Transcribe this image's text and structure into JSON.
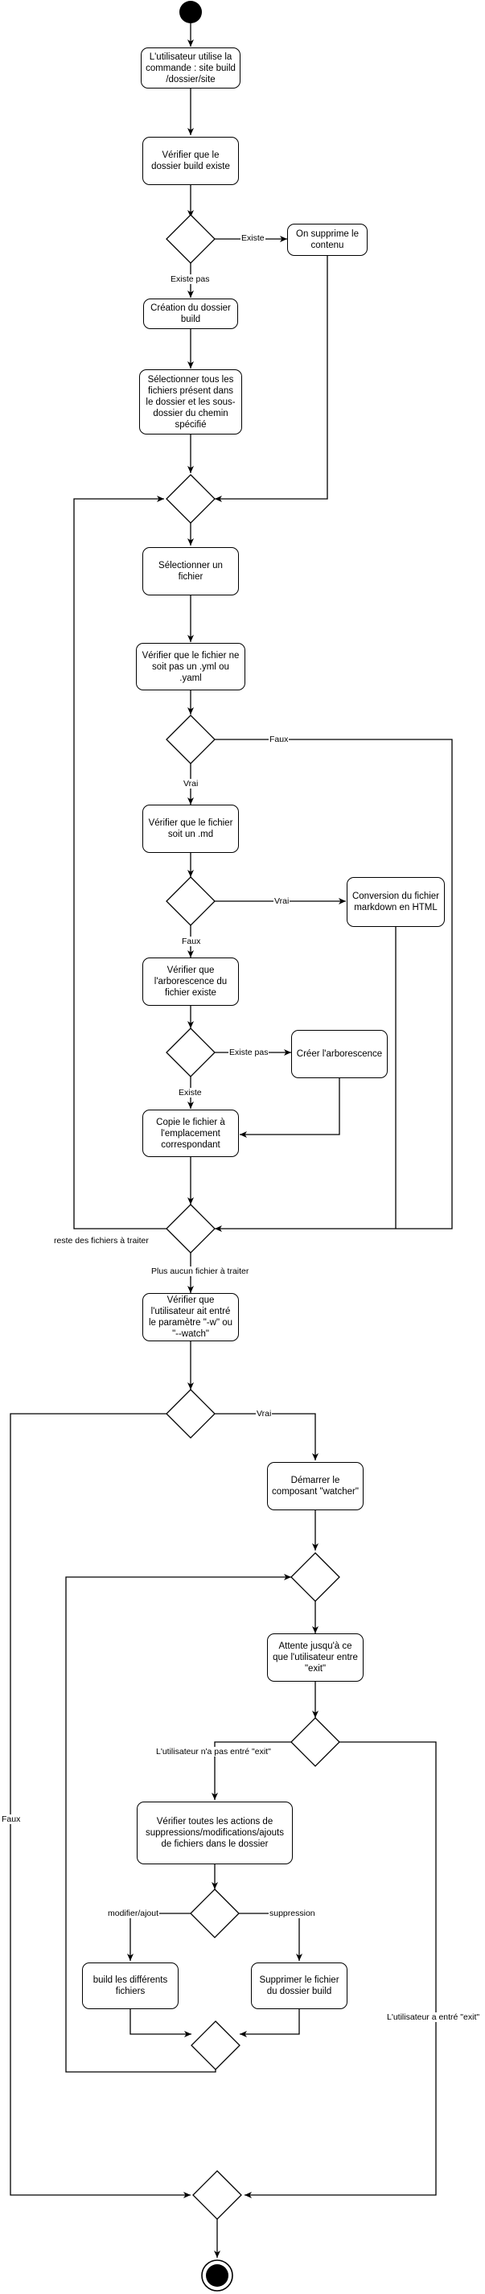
{
  "actions": {
    "a1": "L'utilisateur utilise la commande : site build /dossier/site",
    "a2": "Vérifier que le dossier build existe",
    "a3": "On supprime le contenu",
    "a4": "Création du dossier build",
    "a5": "Sélectionner tous les fichiers présent dans le dossier et les sous-dossier du chemin spécifié",
    "a6": "Sélectionner un fichier",
    "a7": "Vérifier que le fichier ne soit pas un .yml ou .yaml",
    "a8": "Vérifier que le fichier soit un .md",
    "a9": "Conversion du fichier markdown en HTML",
    "a10": "Vérifier que l'arborescence du fichier existe",
    "a11": "Créer l'arborescence",
    "a12": "Copie le fichier à l'emplacement correspondant",
    "a13": "Vérifier que l'utilisateur ait entré le paramètre \"-w\" ou \"--watch\"",
    "a14": "Démarrer le composant \"watcher\"",
    "a15": "Attente jusqu'à ce que l'utilisateur entre \"exit\"",
    "a16": "Vérifier toutes les actions de suppressions/modifications/ajouts de fichiers dans le dossier",
    "a17": "build les différents fichiers",
    "a18": "Supprimer le fichier du dossier build"
  },
  "labels": {
    "existe": "Existe",
    "existe_pas": "Existe pas",
    "faux_1": "Faux",
    "vrai_1": "Vrai",
    "vrai_2": "Vrai",
    "faux_2": "Faux",
    "existe_pas_2": "Existe pas",
    "existe_2": "Existe",
    "reste": "reste des fichiers à traiter",
    "plus_aucun": "Plus aucun fichier à traiter",
    "vrai_3": "Vrai",
    "faux_3": "Faux",
    "pas_exit": "L'utilisateur n'a pas entré \"exit\"",
    "a_exit": "L'utilisateur a entré \"exit\"",
    "modif": "modifier/ajout",
    "suppr": "suppression"
  }
}
